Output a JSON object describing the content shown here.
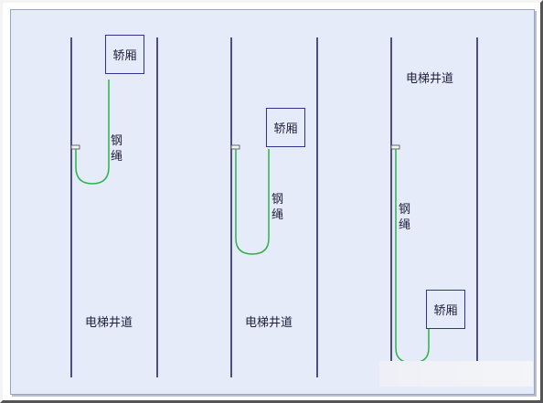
{
  "diagram": {
    "panels": [
      {
        "car_label": "轿厢",
        "rope_label": "钢绳",
        "shaft_label": "电梯井道"
      },
      {
        "car_label": "轿厢",
        "rope_label": "钢绳",
        "shaft_label": "电梯井道"
      },
      {
        "car_label": "轿厢",
        "rope_label": "钢绳",
        "shaft_label": "电梯井道"
      }
    ],
    "colors": {
      "wall": "#1a1a5e",
      "rope": "#29b34a",
      "car_border": "#2a3690",
      "background": "#e6ebfa"
    }
  }
}
